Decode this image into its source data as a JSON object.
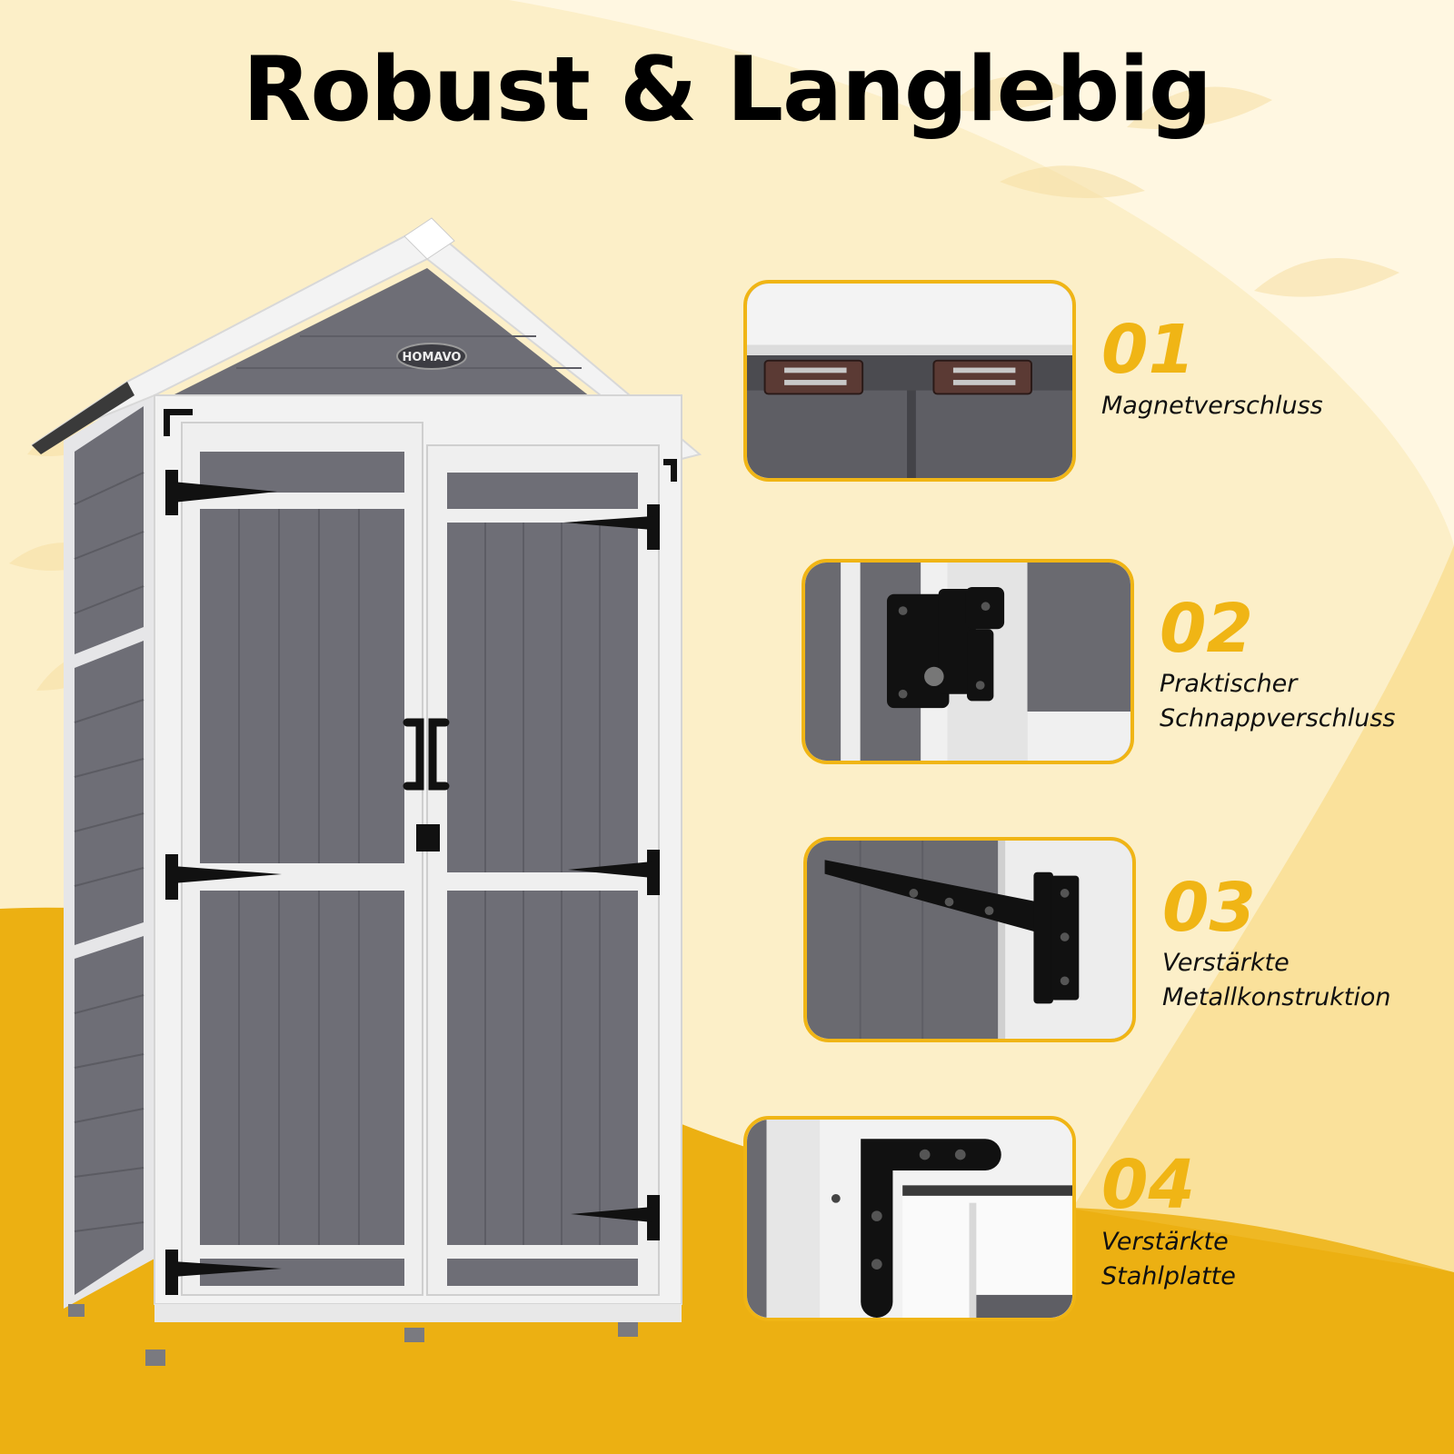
{
  "page": {
    "title": "Robust & Langlebig",
    "brand_logo": "HOMAVO"
  },
  "colors": {
    "accent": "#F0B515",
    "background_light": "#FCEFC8",
    "background_dark": "#ECB012",
    "shed_gray": "#6E6E76",
    "shed_trim": "#F2F2F2",
    "hardware": "#111111"
  },
  "features": [
    {
      "number": "01",
      "label": "Magnetverschluss",
      "icon": "magnetic-catch"
    },
    {
      "number": "02",
      "label": "Praktischer\nSchnappverschluss",
      "icon": "hasp-latch"
    },
    {
      "number": "03",
      "label": "Verstärkte\nMetallkonstruktion",
      "icon": "strap-hinge"
    },
    {
      "number": "04",
      "label": "Verstärkte Stahlplatte",
      "icon": "corner-bracket"
    }
  ]
}
